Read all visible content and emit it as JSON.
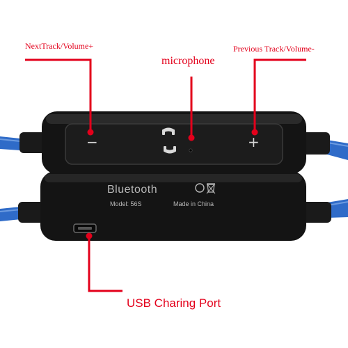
{
  "callouts": {
    "next_track": "NextTrack/Volume+",
    "microphone": "microphone",
    "previous_track": "Previous Track/Volume-",
    "usb_port": "USB Charing Port"
  },
  "engraving": {
    "brand": "Bluetooth",
    "model": "Model:  56S",
    "origin": "Made in China"
  },
  "buttons": {
    "minus_symbol": "−",
    "plus_symbol": "+"
  },
  "colors": {
    "callout": "#e3001b",
    "cable": "#2f6bc8",
    "housing": "#141414"
  }
}
